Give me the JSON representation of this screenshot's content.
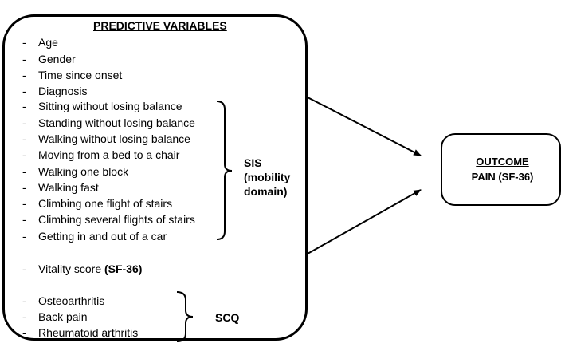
{
  "predictive": {
    "title": "PREDICTIVE VARIABLES",
    "items": [
      {
        "text": "Age",
        "bold": ""
      },
      {
        "text": "Gender",
        "bold": ""
      },
      {
        "text": "Time since onset",
        "bold": ""
      },
      {
        "text": "Diagnosis",
        "bold": ""
      },
      {
        "text": "Sitting without losing balance",
        "bold": ""
      },
      {
        "text": "Standing without losing balance",
        "bold": ""
      },
      {
        "text": "Walking without losing balance",
        "bold": ""
      },
      {
        "text": "Moving from a bed to a chair",
        "bold": ""
      },
      {
        "text": "Walking one block",
        "bold": ""
      },
      {
        "text": "Walking fast",
        "bold": ""
      },
      {
        "text": "Climbing one flight of stairs",
        "bold": ""
      },
      {
        "text": "Climbing several flights of stairs",
        "bold": ""
      },
      {
        "text": "Getting in and out of a car",
        "bold": ""
      },
      {
        "text": "Vitality score ",
        "bold": "(SF-36)"
      },
      {
        "text": "Osteoarthritis",
        "bold": ""
      },
      {
        "text": "Back pain",
        "bold": ""
      },
      {
        "text": "Rheumatoid arthritis",
        "bold": ""
      }
    ],
    "dash": "-"
  },
  "groups": {
    "sis": {
      "line1": "SIS",
      "line2": "(mobility",
      "line3": "domain)"
    },
    "scq": {
      "label": "SCQ"
    }
  },
  "outcome": {
    "title": "OUTCOME",
    "subtitle": "PAIN (SF-36)"
  }
}
